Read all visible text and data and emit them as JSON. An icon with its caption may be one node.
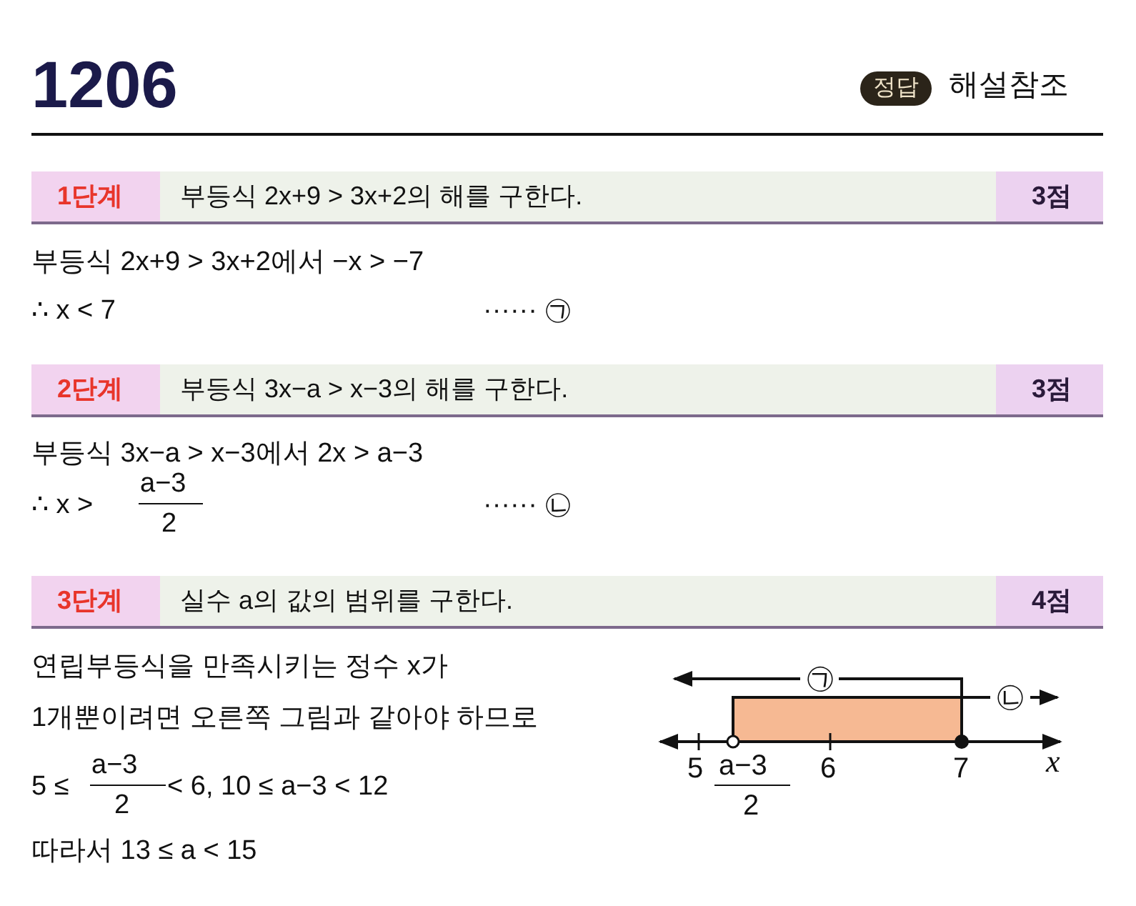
{
  "diagram": {
    "title": "1206",
    "nodes": [
      {
        "text": [
          "정답"
        ]
      },
      {
        "text": [
          "1단계",
          "부등식 2x+9 > 3x+2의 해를 구한다.",
          "3점"
        ]
      },
      {
        "text": [
          "2단계",
          "부등식 3x−a > x−3의 해를 구한다.",
          "3점"
        ]
      },
      {
        "text": [
          "3단계",
          "실수 a의 값의 범위를 구한다.",
          "4점"
        ]
      }
    ],
    "labels": [
      "해설참조",
      "부등식 2x+9 > 3x+2에서 −x > −7",
      "∴ x < 7",
      "······ ㉠",
      "부등식 3x−a > x−3에서 2x > a−3",
      "∴ x >",
      "a−3",
      "2",
      "······ ㉡",
      "연립부등식을 만족시키는 정수 x가",
      "1개뿐이려면 오른쪽 그림과 같아야 하므로",
      "5 ≤",
      "a−3",
      "2",
      "< 6, 10 ≤ a−3 < 12",
      "따라서 13 ≤ a < 15",
      "㉠",
      "㉡",
      "5",
      "a−3",
      "2",
      "6",
      "7",
      "x"
    ]
  }
}
